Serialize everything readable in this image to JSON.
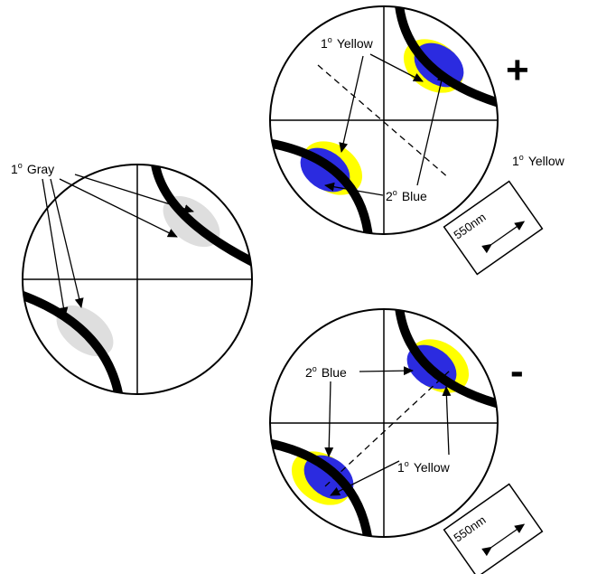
{
  "colors": {
    "yellow": "#ffff00",
    "blue": "#2b2be0",
    "gray": "#dedede",
    "ink": "#000000"
  },
  "left": {
    "label_num": "1",
    "label_sup": "o",
    "label_text": "Gray"
  },
  "plus_panel": {
    "sign": "+",
    "yellow_num": "1",
    "yellow_sup": "o",
    "yellow_text": "Yellow",
    "blue_num": "2",
    "blue_sup": "o",
    "blue_text": "Blue",
    "plate": "550nm"
  },
  "side_label": {
    "num": "1",
    "sup": "o",
    "text": "Yellow"
  },
  "minus_panel": {
    "sign": "-",
    "blue_num": "2",
    "blue_sup": "o",
    "blue_text": "Blue",
    "yellow_num": "1",
    "yellow_sup": "o",
    "yellow_text": "Yellow",
    "plate": "550nm"
  }
}
